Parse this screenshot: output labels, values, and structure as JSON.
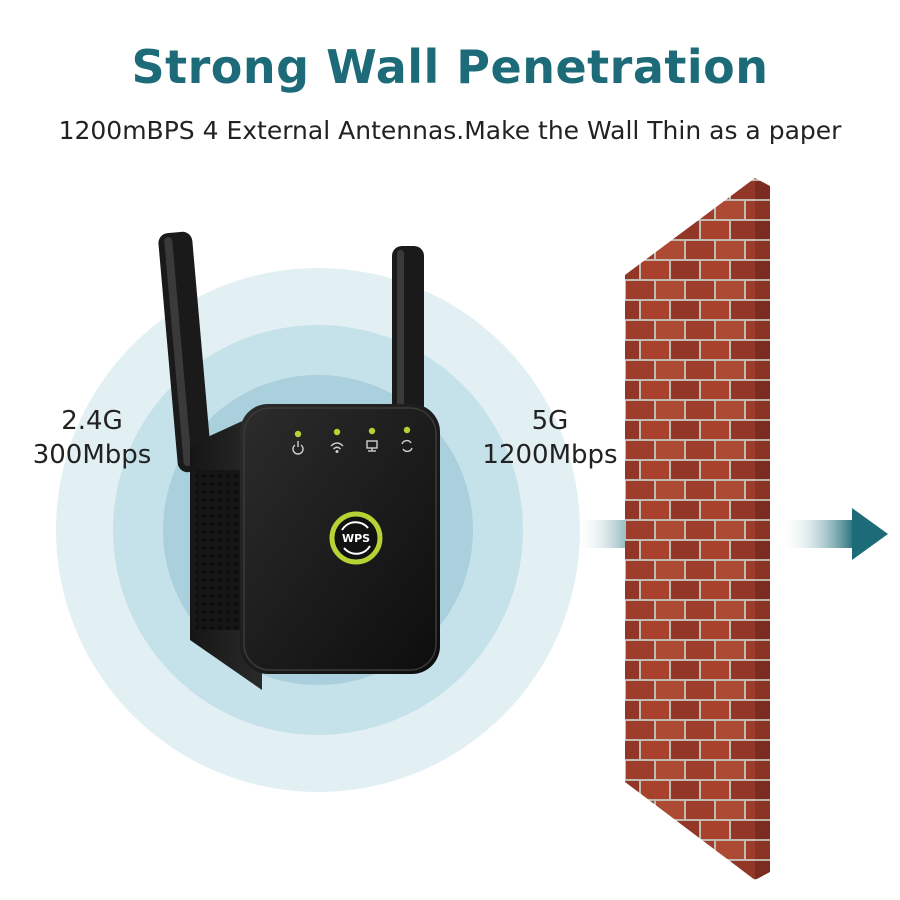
{
  "title": "Strong Wall Penetration",
  "subtitle": "1200mBPS 4 External Antennas.Make the Wall Thin as a paper",
  "bands": [
    {
      "line1": "2.4G",
      "line2": "300Mbps"
    },
    {
      "line1": "5G",
      "line2": "1200Mbps"
    }
  ],
  "device": {
    "button_label": "WPS",
    "indicators": [
      "power-icon",
      "wifi-icon",
      "lan-icon",
      "wps-icon"
    ]
  },
  "colors": {
    "title": "#1d6b78",
    "signal_ring": "#c7e3ea",
    "arrow": "#1d6b78",
    "led": "#b5d334",
    "brick": "#a8412f",
    "mortar": "#cfc7bd",
    "device_body": "#1c1c1c"
  }
}
